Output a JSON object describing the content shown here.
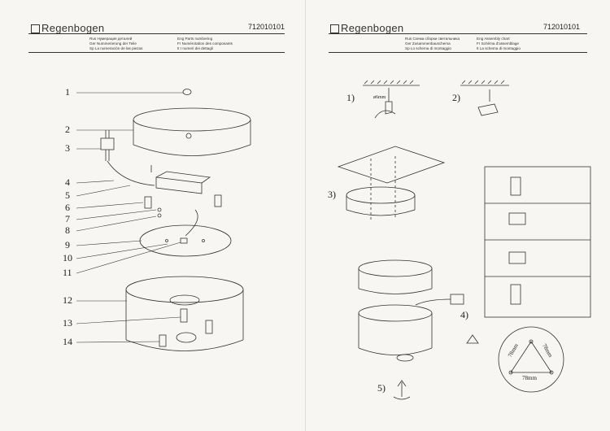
{
  "left_page": {
    "brand": "Regenbogen",
    "article_code": "712010101",
    "header_col1": [
      "Rus  Нумерация деталей",
      "Ger  Nummerierung der Teile",
      "Sp  La numeración de las piezas"
    ],
    "header_col2": [
      "Eng  Parts numbering",
      "Fr  Numérotation des composants",
      "It  I numeri dei dettagli"
    ],
    "part_numbers": [
      "1",
      "2",
      "3",
      "4",
      "5",
      "6",
      "7",
      "8",
      "9",
      "10",
      "11",
      "12",
      "13",
      "14"
    ]
  },
  "right_page": {
    "brand": "Regenbogen",
    "article_code": "712010101",
    "header_col1": [
      "Rus  Схема сборки светильника",
      "Ger  Zusammenbauschema",
      "Sp  Lo schema di montaggio"
    ],
    "header_col2": [
      "Eng  Assembly chart",
      "Fr  Schéma d'assemblage",
      "It  La schema di montaggio"
    ],
    "steps": [
      "1)",
      "2)",
      "3)",
      "4)",
      "5)"
    ],
    "tool_label": "ø6mm",
    "dimension_labels": [
      "78mm",
      "78mm",
      "78mm"
    ]
  }
}
